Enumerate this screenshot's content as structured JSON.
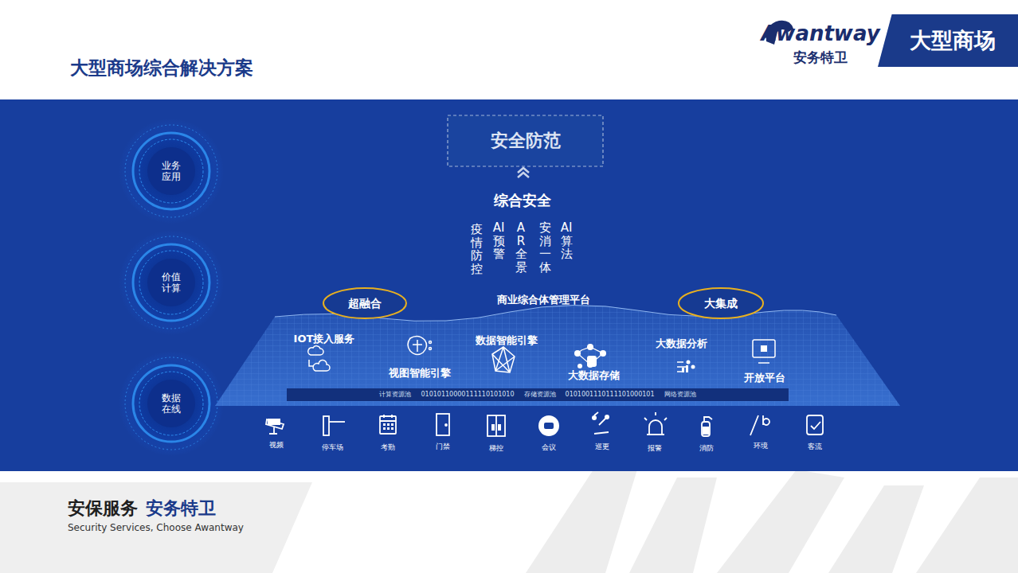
{
  "diagram": {
    "title": "大型商场综合解决方案",
    "nodes": [
      {
        "text": [
          "大型商场"
        ]
      },
      {
        "text": [
          "业务 应用"
        ]
      },
      {
        "text": [
          "价值 计算"
        ]
      },
      {
        "text": [
          "数据 在线"
        ]
      },
      {
        "text": [
          "安全防范"
        ]
      },
      {
        "text": [
          "超融合"
        ]
      },
      {
        "text": [
          "大集成"
        ]
      },
      {
        "text": [
          "计算资源池",
          "01010110000111110101010",
          "存储资源池",
          "0101001110111101000101",
          "网络资源池"
        ]
      }
    ],
    "labels": [
      "Awantway",
      "安务特卫",
      "综合安全",
      "疫情防控",
      "AI预警",
      "AR全景",
      "安消一体",
      "AI算法",
      "商业综合体管理平台",
      "IOT接入服务",
      "视图智能引擎",
      "数据智能引擎",
      "大数据存储",
      "大数据分析",
      "开放平台",
      "视频",
      "停车场",
      "考勤",
      "门禁",
      "梯控",
      "会议",
      "巡更",
      "报警",
      "消防",
      "环境",
      "客流",
      "安保服务",
      "安务特卫",
      "Security Services, Choose Awantway"
    ]
  }
}
